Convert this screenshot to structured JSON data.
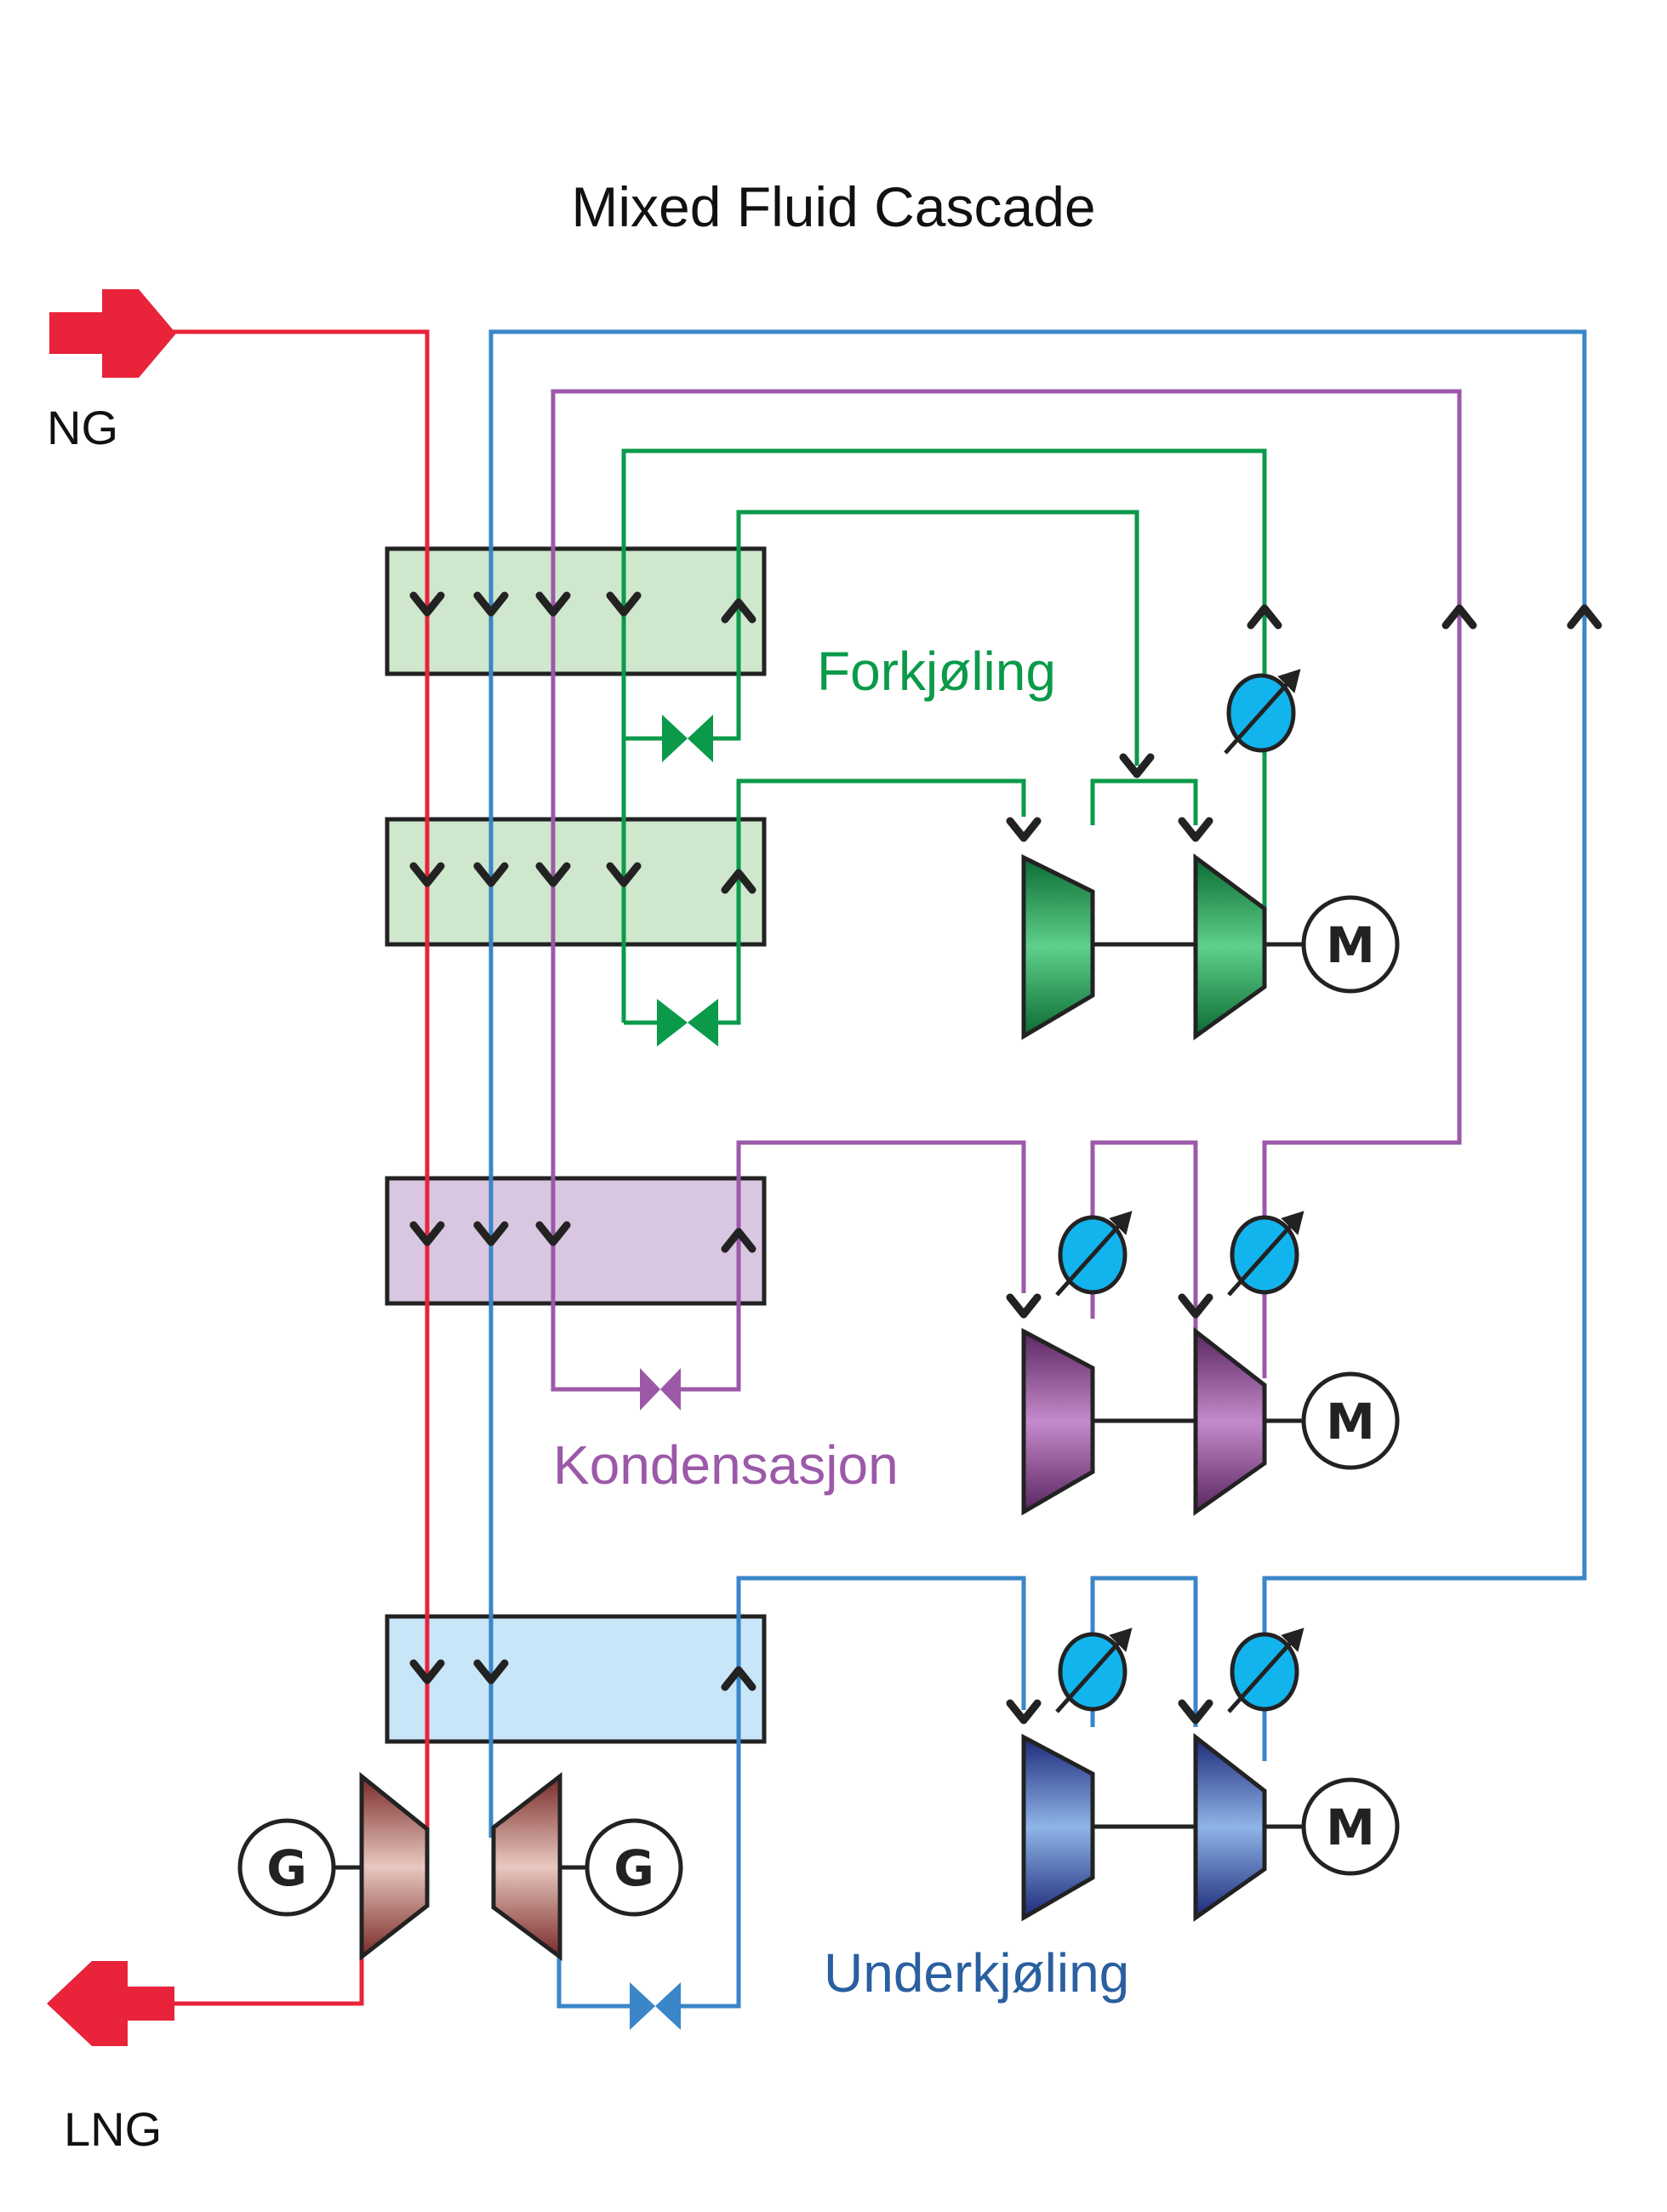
{
  "title": "Mixed Fluid Cascade",
  "inlet_label": "NG",
  "outlet_label": "LNG",
  "sections": {
    "precooling": "Forkjøling",
    "condensation": "Kondensasjon",
    "subcooling": "Underkjøling"
  },
  "equipment_labels": {
    "motor": "M",
    "generator": "G"
  },
  "colors": {
    "natural_gas": "#e8233a",
    "precooling": "#0a9a4a",
    "condensation": "#9b59a8",
    "subcooling": "#3a86c8",
    "precool_exchanger_fill": "#cfe7cc",
    "condensation_exchanger_fill": "#d9c6e0",
    "subcool_exchanger_fill": "#c8e6f8",
    "cooler_fill": "#12b4ee",
    "expander_fill": "#8b3a36"
  },
  "icons": [
    "flow-arrow-icon",
    "valve-icon",
    "compressor-icon",
    "motor-icon",
    "generator-icon",
    "cooler-icon",
    "expander-icon"
  ]
}
